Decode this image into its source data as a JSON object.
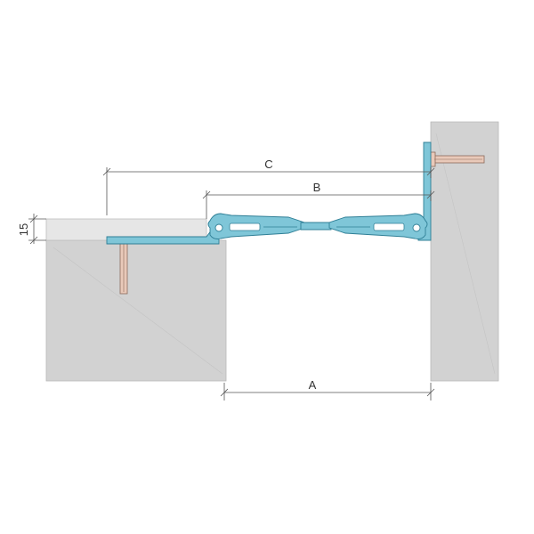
{
  "labels": {
    "c": "C",
    "b": "B",
    "a": "A",
    "thickness": "15"
  },
  "colors": {
    "concrete": "#d2d2d2",
    "concrete_edge": "#b8b8b8",
    "floor_finish": "#e6e6e6",
    "profile": "#7fc6d8",
    "profile_edge": "#2f7f96",
    "anchor": "#e9c9b9",
    "anchor_edge": "#8a6a5a",
    "dimension": "#555555"
  }
}
